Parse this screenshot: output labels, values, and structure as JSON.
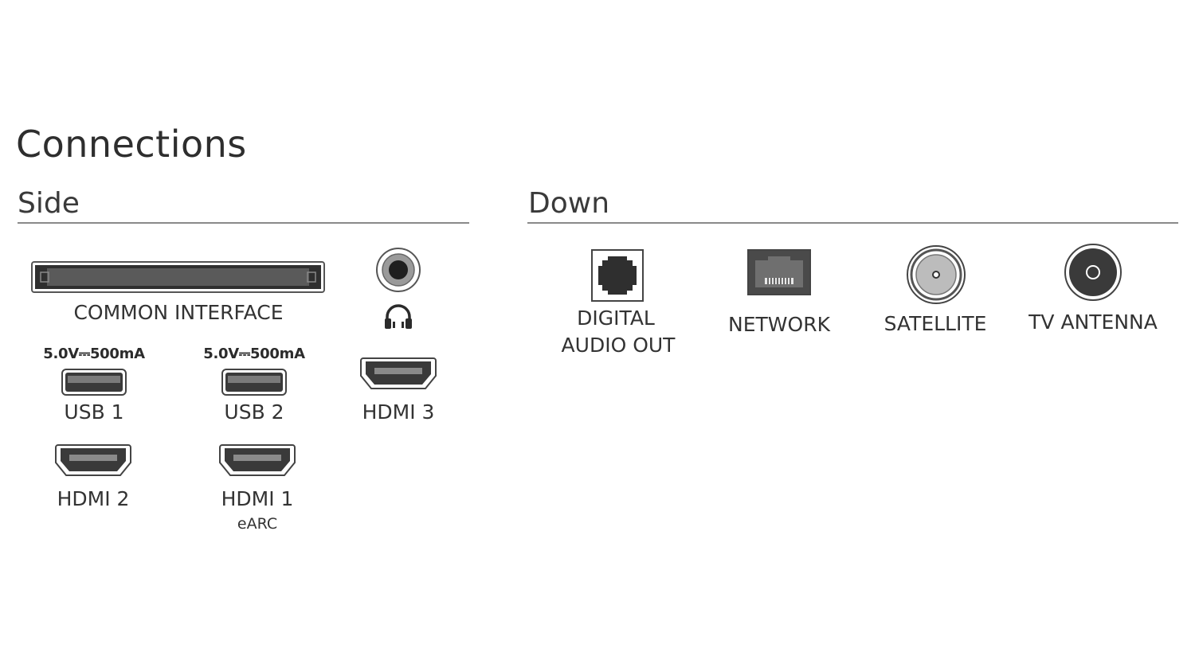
{
  "title": "Connections",
  "sections": {
    "side": {
      "heading": "Side",
      "ports": {
        "common_interface": "COMMON INTERFACE",
        "usb1": {
          "label": "USB 1",
          "power": "5.0V⎓500mA"
        },
        "usb2": {
          "label": "USB 2",
          "power": "5.0V⎓500mA"
        },
        "hdmi3": "HDMI 3",
        "hdmi2": "HDMI 2",
        "hdmi1": {
          "label": "HDMI 1",
          "sublabel": "eARC"
        }
      },
      "icons": [
        "slot-icon",
        "audio-jack-icon",
        "headphones-icon",
        "usb-port-icon",
        "hdmi-port-icon"
      ]
    },
    "down": {
      "heading": "Down",
      "ports": {
        "digital_audio_line1": "DIGITAL",
        "digital_audio_line2": "AUDIO OUT",
        "network": "NETWORK",
        "satellite": "SATELLITE",
        "tv_antenna": "TV ANTENNA"
      },
      "icons": [
        "optical-port-icon",
        "ethernet-port-icon",
        "satellite-connector-icon",
        "antenna-connector-icon"
      ]
    }
  },
  "colors": {
    "rule": "#8a8a8a",
    "port_fill": "#3a3a3a",
    "text": "#333333"
  }
}
